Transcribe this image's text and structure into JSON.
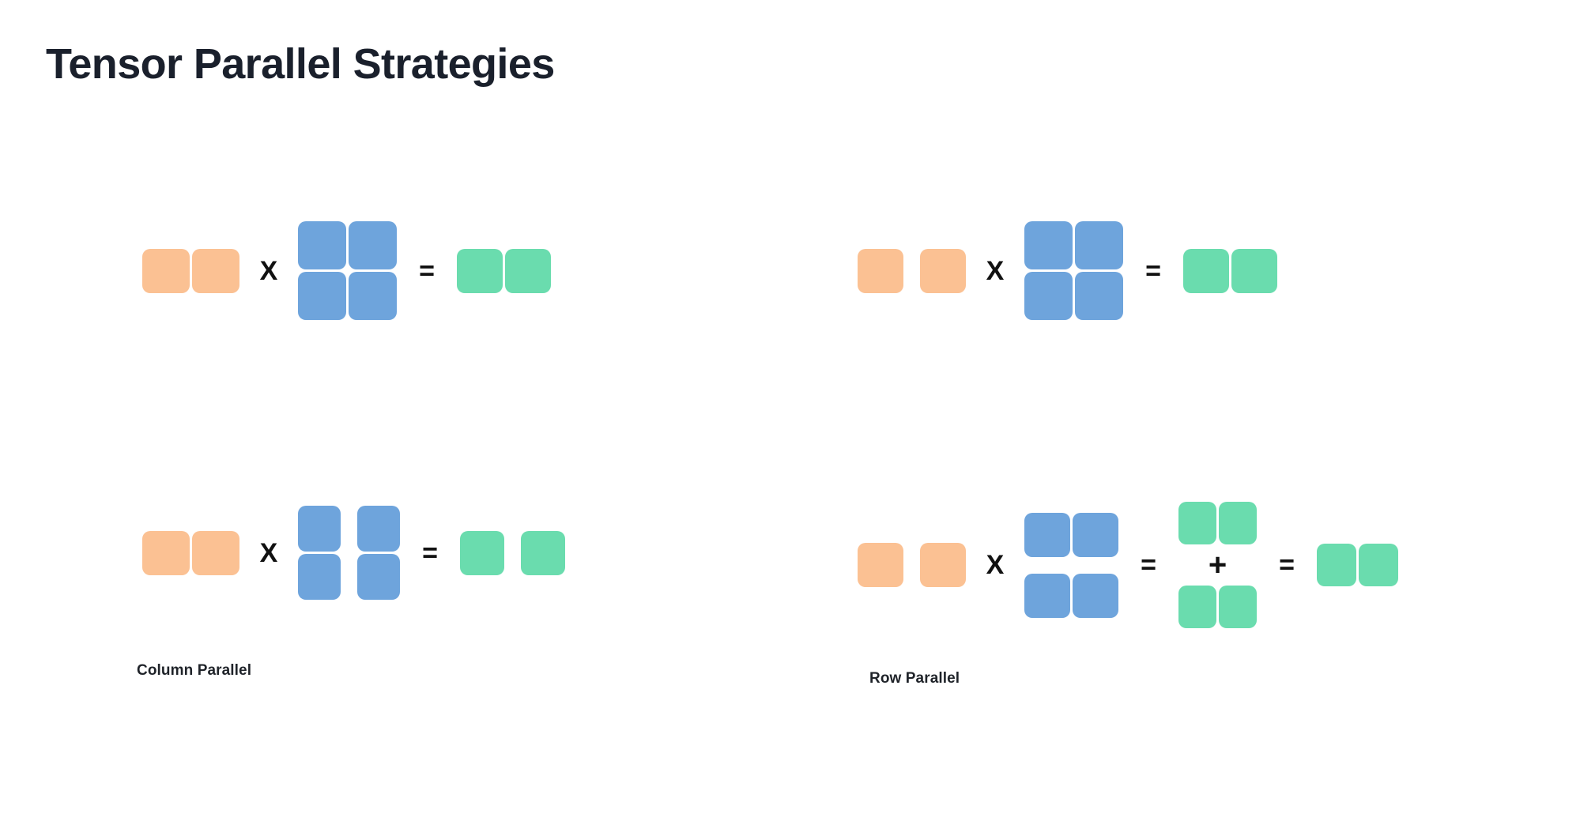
{
  "page": {
    "title": "Tensor Parallel Strategies",
    "background": "#ffffff"
  },
  "colors": {
    "title": "#1a202c",
    "input_orange": "#fbc193",
    "weight_blue": "#6ea4dc",
    "output_green": "#6adcae",
    "operator": "#111111",
    "caption": "#1f2329"
  },
  "operators": {
    "multiply": "X",
    "equals": "=",
    "plus": "+"
  },
  "strategies": [
    {
      "id": "column-parallel",
      "caption": "Column Parallel",
      "diagrams": [
        {
          "id": "column-parallel-unsharded",
          "terms": [
            {
              "kind": "matrix",
              "name": "input-activation",
              "color": "input_orange",
              "rows": 1,
              "cols": 2,
              "row_gap": "tight",
              "col_gap": "tight"
            },
            {
              "kind": "operator",
              "name": "multiply-operator",
              "symbol": "X"
            },
            {
              "kind": "matrix",
              "name": "weight-matrix",
              "color": "weight_blue",
              "rows": 2,
              "cols": 2,
              "row_gap": "tight",
              "col_gap": "tight"
            },
            {
              "kind": "operator",
              "name": "equals-operator",
              "symbol": "="
            },
            {
              "kind": "matrix",
              "name": "output-activation",
              "color": "output_green",
              "rows": 1,
              "cols": 2,
              "row_gap": "tight",
              "col_gap": "tight"
            }
          ]
        },
        {
          "id": "column-parallel-sharded",
          "terms": [
            {
              "kind": "matrix",
              "name": "input-activation",
              "color": "input_orange",
              "rows": 1,
              "cols": 2,
              "row_gap": "tight",
              "col_gap": "tight"
            },
            {
              "kind": "operator",
              "name": "multiply-operator",
              "symbol": "X"
            },
            {
              "kind": "matrix",
              "name": "weight-matrix-column-sharded",
              "color": "weight_blue",
              "rows": 2,
              "cols": 2,
              "row_gap": "tight",
              "col_gap": "wide"
            },
            {
              "kind": "operator",
              "name": "equals-operator",
              "symbol": "="
            },
            {
              "kind": "matrix",
              "name": "output-activation-column-sharded",
              "color": "output_green",
              "rows": 1,
              "cols": 2,
              "row_gap": "tight",
              "col_gap": "wide"
            }
          ]
        }
      ]
    },
    {
      "id": "row-parallel",
      "caption": "Row Parallel",
      "diagrams": [
        {
          "id": "row-parallel-unsharded",
          "terms": [
            {
              "kind": "matrix",
              "name": "input-activation",
              "color": "input_orange",
              "rows": 1,
              "cols": 2,
              "row_gap": "tight",
              "col_gap": "wide"
            },
            {
              "kind": "operator",
              "name": "multiply-operator",
              "symbol": "X"
            },
            {
              "kind": "matrix",
              "name": "weight-matrix",
              "color": "weight_blue",
              "rows": 2,
              "cols": 2,
              "row_gap": "tight",
              "col_gap": "tight"
            },
            {
              "kind": "operator",
              "name": "equals-operator",
              "symbol": "="
            },
            {
              "kind": "matrix",
              "name": "output-activation",
              "color": "output_green",
              "rows": 1,
              "cols": 2,
              "row_gap": "tight",
              "col_gap": "tight"
            }
          ]
        },
        {
          "id": "row-parallel-sharded",
          "terms": [
            {
              "kind": "matrix",
              "name": "input-activation-row-sharded",
              "color": "input_orange",
              "rows": 1,
              "cols": 2,
              "row_gap": "tight",
              "col_gap": "wide"
            },
            {
              "kind": "operator",
              "name": "multiply-operator",
              "symbol": "X"
            },
            {
              "kind": "matrix",
              "name": "weight-matrix-row-sharded",
              "color": "weight_blue",
              "rows": 2,
              "cols": 2,
              "row_gap": "wide",
              "col_gap": "tight"
            },
            {
              "kind": "operator",
              "name": "equals-operator",
              "symbol": "="
            },
            {
              "kind": "partial-sum",
              "name": "partial-sum-stack",
              "color": "output_green",
              "plus": "+"
            },
            {
              "kind": "operator",
              "name": "equals-operator",
              "symbol": "="
            },
            {
              "kind": "matrix",
              "name": "output-activation-reduced",
              "color": "output_green",
              "rows": 1,
              "cols": 2,
              "row_gap": "tight",
              "col_gap": "tight"
            }
          ]
        }
      ]
    }
  ]
}
